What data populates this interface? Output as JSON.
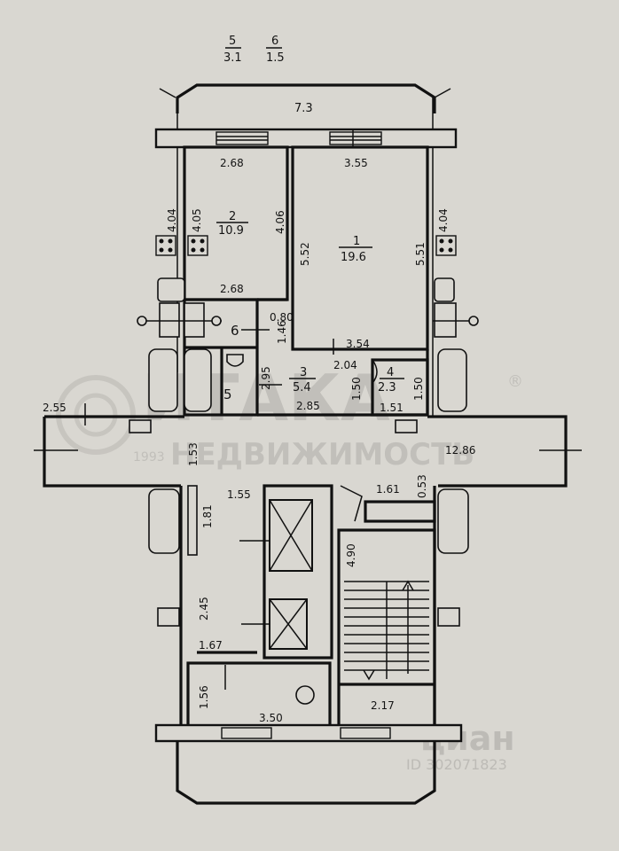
{
  "header": {
    "label_5": "5",
    "value_5": "3.1",
    "label_6": "6",
    "value_6": "1.5"
  },
  "rooms": {
    "room_2": {
      "num": "2",
      "area": "10.9"
    },
    "room_1": {
      "num": "1",
      "area": "19.6"
    },
    "room_3": {
      "num": "3",
      "area": "5.4"
    },
    "room_4": {
      "num": "4",
      "area": "2.3"
    },
    "room_5": {
      "num": "5"
    },
    "room_6": {
      "num": "6"
    }
  },
  "dims": {
    "top_width": "7.3",
    "r2_width_top": "2.68",
    "r1_width_top": "3.55",
    "left_outer": "4.04",
    "r2_left": "4.05",
    "r2_right": "4.06",
    "r1_left": "5.52",
    "r1_right": "5.51",
    "right_outer": "4.04",
    "r2_width_bottom": "2.68",
    "r6_w": "0.80",
    "r6_h": "1.46",
    "r1_width_bottom": "3.54",
    "r5_h": "2.95",
    "r3_w": "2.04",
    "r3_h": "1.50",
    "r4_h": "1.50",
    "r3_len": "2.85",
    "r4_w": "1.51",
    "corr_left": "2.55",
    "corr_h": "1.53",
    "corr_right": "12.86",
    "hall_w": "1.55",
    "small_w": "1.61",
    "small_h": "0.53",
    "hall_h1": "1.81",
    "stair_h": "4.90",
    "hall_h2": "2.45",
    "b_w1": "1.67",
    "b_h": "1.56",
    "b_w2": "3.50",
    "stair_w": "2.17"
  },
  "watermarks": {
    "brand": "ИТАКА",
    "brand_sub": "НЕДВИЖИМОСТЬ",
    "brand_year": "1993",
    "brand_reg": "®",
    "cian": "циан",
    "cian_id": "ID 302071823"
  }
}
